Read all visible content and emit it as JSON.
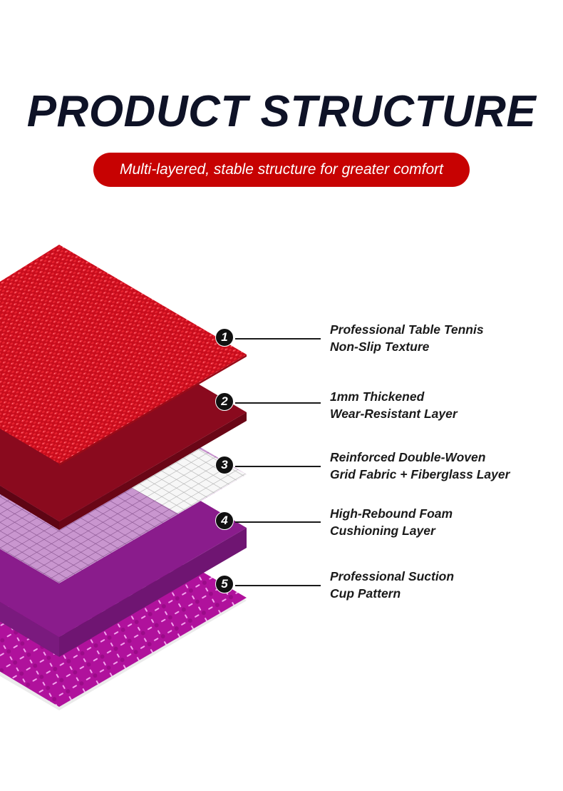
{
  "header": {
    "title": "PRODUCT STRUCTURE",
    "subtitle": "Multi-layered, stable structure for greater comfort"
  },
  "colors": {
    "title": "#0e1226",
    "badge": "#c70202",
    "layer1_texture": "#d0101e",
    "layer2_wear": "#8a0a1e",
    "layer3_grid": "#f4f4f4",
    "layer4_foam": "#8a1c8c",
    "layer5_suction": "#b0119c"
  },
  "layers": [
    {
      "number": "1",
      "line1": "Professional Table Tennis",
      "line2": "Non-Slip Texture"
    },
    {
      "number": "2",
      "line1": "1mm Thickened",
      "line2": "Wear-Resistant Layer"
    },
    {
      "number": "3",
      "line1": "Reinforced Double-Woven",
      "line2": "Grid Fabric + Fiberglass Layer"
    },
    {
      "number": "4",
      "line1": "High-Rebound Foam",
      "line2": "Cushioning Layer"
    },
    {
      "number": "5",
      "line1": "Professional Suction",
      "line2": "Cup Pattern"
    }
  ]
}
